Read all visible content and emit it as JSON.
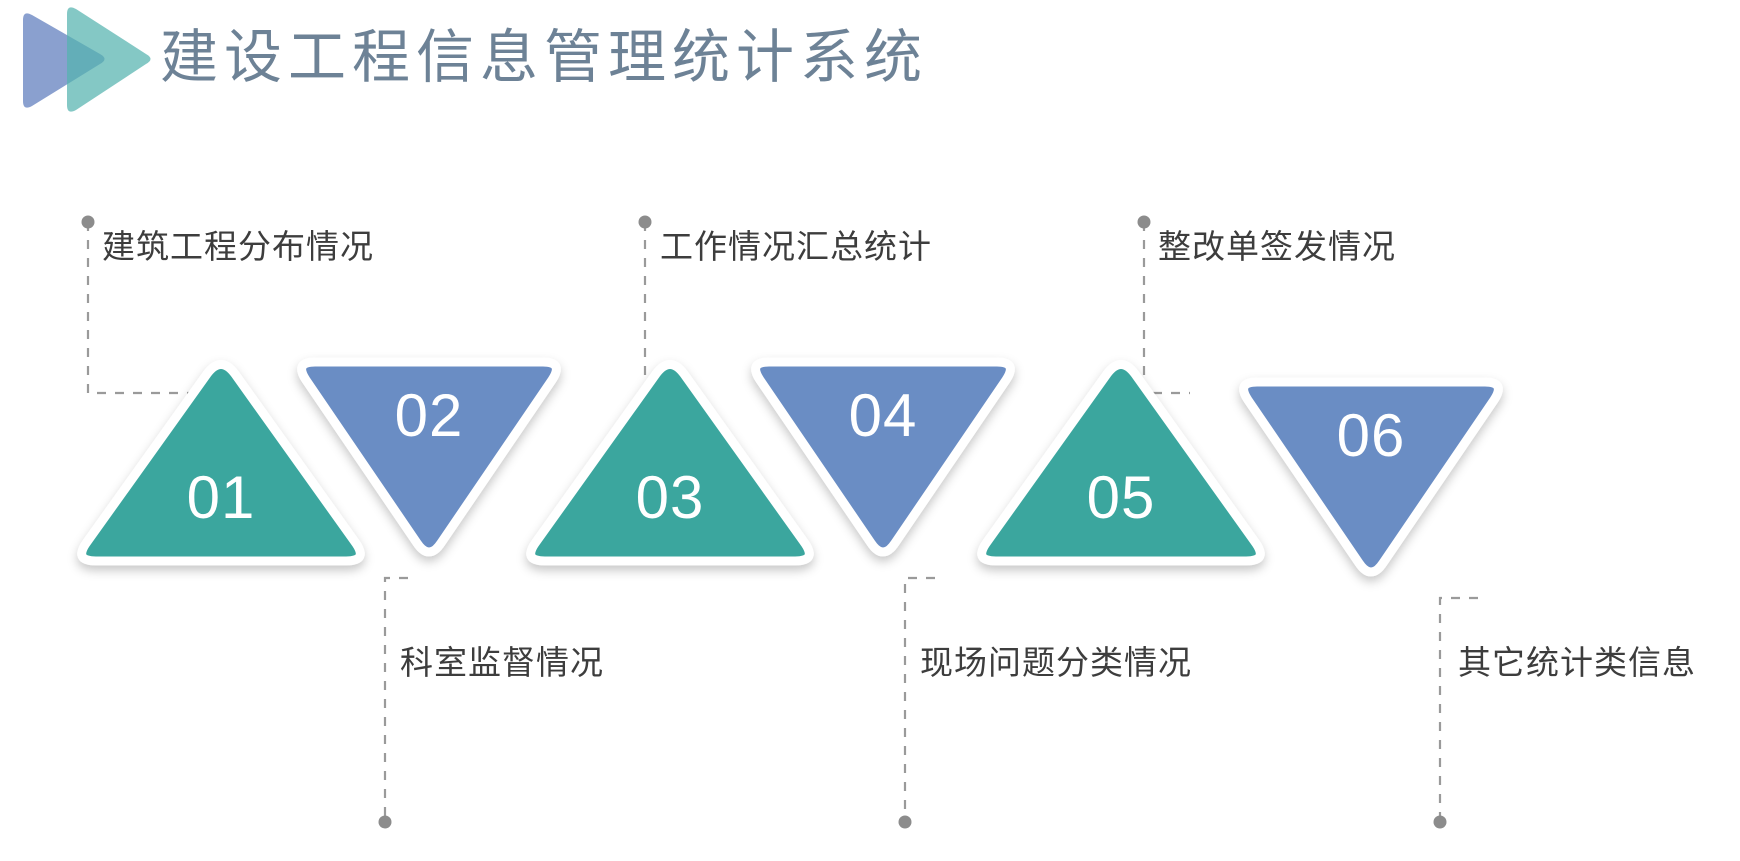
{
  "header": {
    "title": "建设工程信息管理统计系统",
    "title_color": "#6d8296",
    "logo": {
      "name": "play-logo",
      "back_color": "#8aa0cf",
      "front_color": "#7fbfbc"
    }
  },
  "theme": {
    "teal": "#3aa69e",
    "blue": "#6a8dc4",
    "stroke": "#ffffff",
    "dash": "#9a9a9a",
    "dot": "#8c8c8c",
    "label_color": "#3d3d3d",
    "background": "#ffffff"
  },
  "nodes": [
    {
      "number": "01",
      "label": "建筑工程分布情况",
      "direction": "up",
      "color": "#3aa69e",
      "label_position": "top"
    },
    {
      "number": "02",
      "label": "科室监督情况",
      "direction": "down",
      "color": "#6a8dc4",
      "label_position": "bottom"
    },
    {
      "number": "03",
      "label": "工作情况汇总统计",
      "direction": "up",
      "color": "#3aa69e",
      "label_position": "top"
    },
    {
      "number": "04",
      "label": "现场问题分类情况",
      "direction": "down",
      "color": "#6a8dc4",
      "label_position": "bottom"
    },
    {
      "number": "05",
      "label": "整改单签发情况",
      "direction": "up",
      "color": "#3aa69e",
      "label_position": "top"
    },
    {
      "number": "06",
      "label": "其它统计类信息",
      "direction": "down",
      "color": "#6a8dc4",
      "label_position": "bottom"
    }
  ]
}
